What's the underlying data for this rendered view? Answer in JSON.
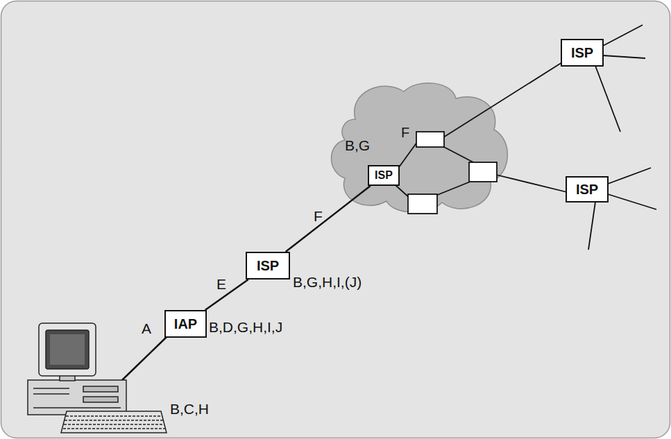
{
  "diagram": {
    "nodes": [
      {
        "text": [
          "IAP"
        ]
      },
      {
        "text": [
          "ISP"
        ]
      },
      {
        "text": [
          "B,G"
        ]
      },
      {
        "text": [
          "ISP"
        ],
        "in": 2
      },
      {
        "text": [
          "ISP"
        ]
      },
      {
        "text": [
          "ISP"
        ]
      }
    ],
    "edges": [
      {
        "from": 0,
        "to": 1,
        "arrow": "none",
        "label": "E"
      },
      {
        "from": 1,
        "to": 3,
        "arrow": "none",
        "label": "F"
      }
    ],
    "labels": [
      "B,C,H",
      "A",
      "B,D,G,H,I,J",
      "B,G,H,I,(J)",
      "F"
    ]
  }
}
